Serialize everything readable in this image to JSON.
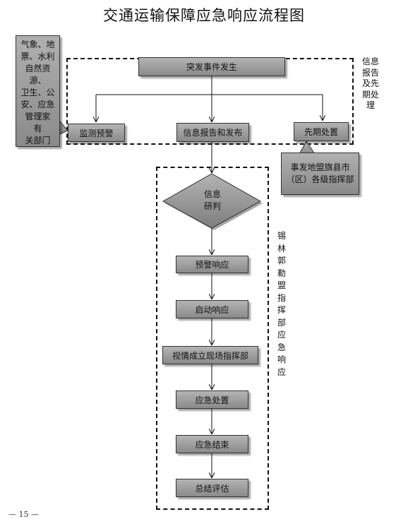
{
  "title": "交通运输保障应急响应流程图",
  "nodes": {
    "event": "突发事件发生",
    "monitor": "监测预警",
    "info_report": "信息报告和发布",
    "early": "先期处置",
    "research": "信息研判",
    "research_line1": "信息",
    "research_line2": "研判",
    "warning_response": "预警响应",
    "start_response": "启动响应",
    "command_post": "视情成立现场指挥部",
    "handling": "应急处置",
    "end": "应急结束",
    "evaluate": "总结评估"
  },
  "callouts": {
    "departments_lines": [
      "气象、地",
      "票、水利",
      "自然资",
      "源、",
      "卫生、公",
      "安、应急",
      "管理家",
      "有",
      "关部门"
    ],
    "local_hq_lines": [
      "事发地盟旗县市",
      "（区）各级指挥部"
    ]
  },
  "side_labels": {
    "info_phase": "信息报告及先期处理",
    "response_phase": "锡林郭勒盟指挥部应急响应"
  },
  "page_number": "— 15 —"
}
